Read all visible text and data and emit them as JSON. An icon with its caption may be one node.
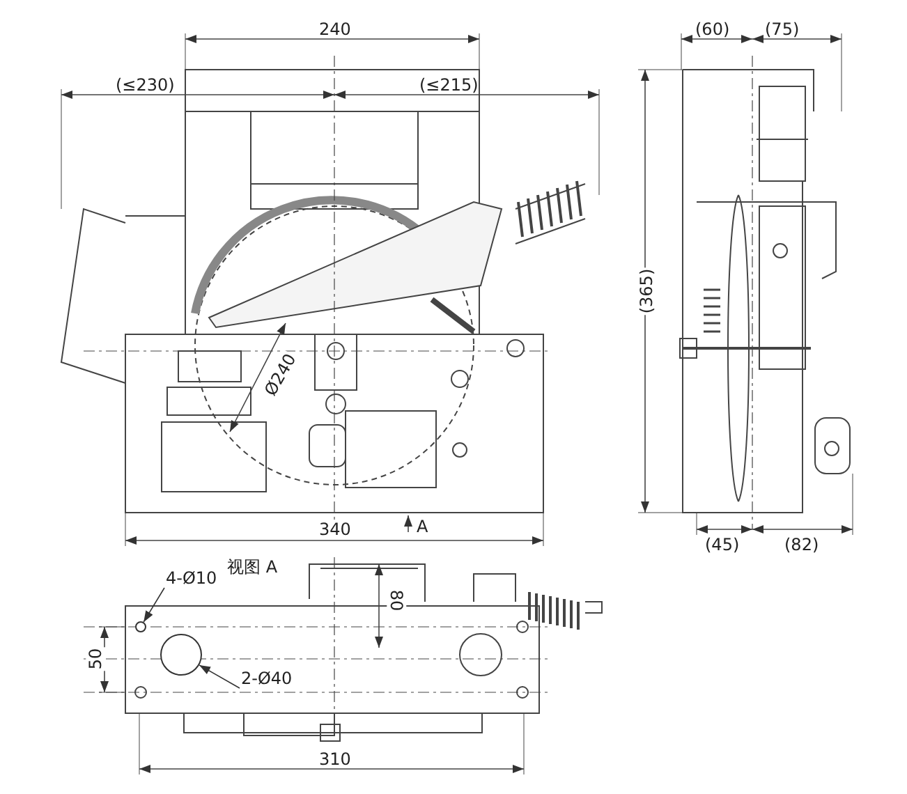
{
  "diagram": {
    "nodes": [
      {
        "text": [
          "4-Ø10"
        ]
      },
      {
        "text": [],
        "shape": "circle"
      },
      {
        "text": [
          "2-Ø40"
        ]
      },
      {
        "text": [],
        "shape": "circle"
      }
    ],
    "edges": [
      {
        "from": 0,
        "to": 1,
        "arrow": "to"
      },
      {
        "from": 2,
        "to": 3,
        "arrow": "to"
      }
    ],
    "labels": [
      "240",
      "(≤230)",
      "(≤215)",
      "(60)",
      "(75)",
      "(365)",
      "Ø240",
      "340",
      "A",
      "(45)",
      "(82)",
      "视图 A",
      "80",
      "50",
      "310"
    ]
  }
}
